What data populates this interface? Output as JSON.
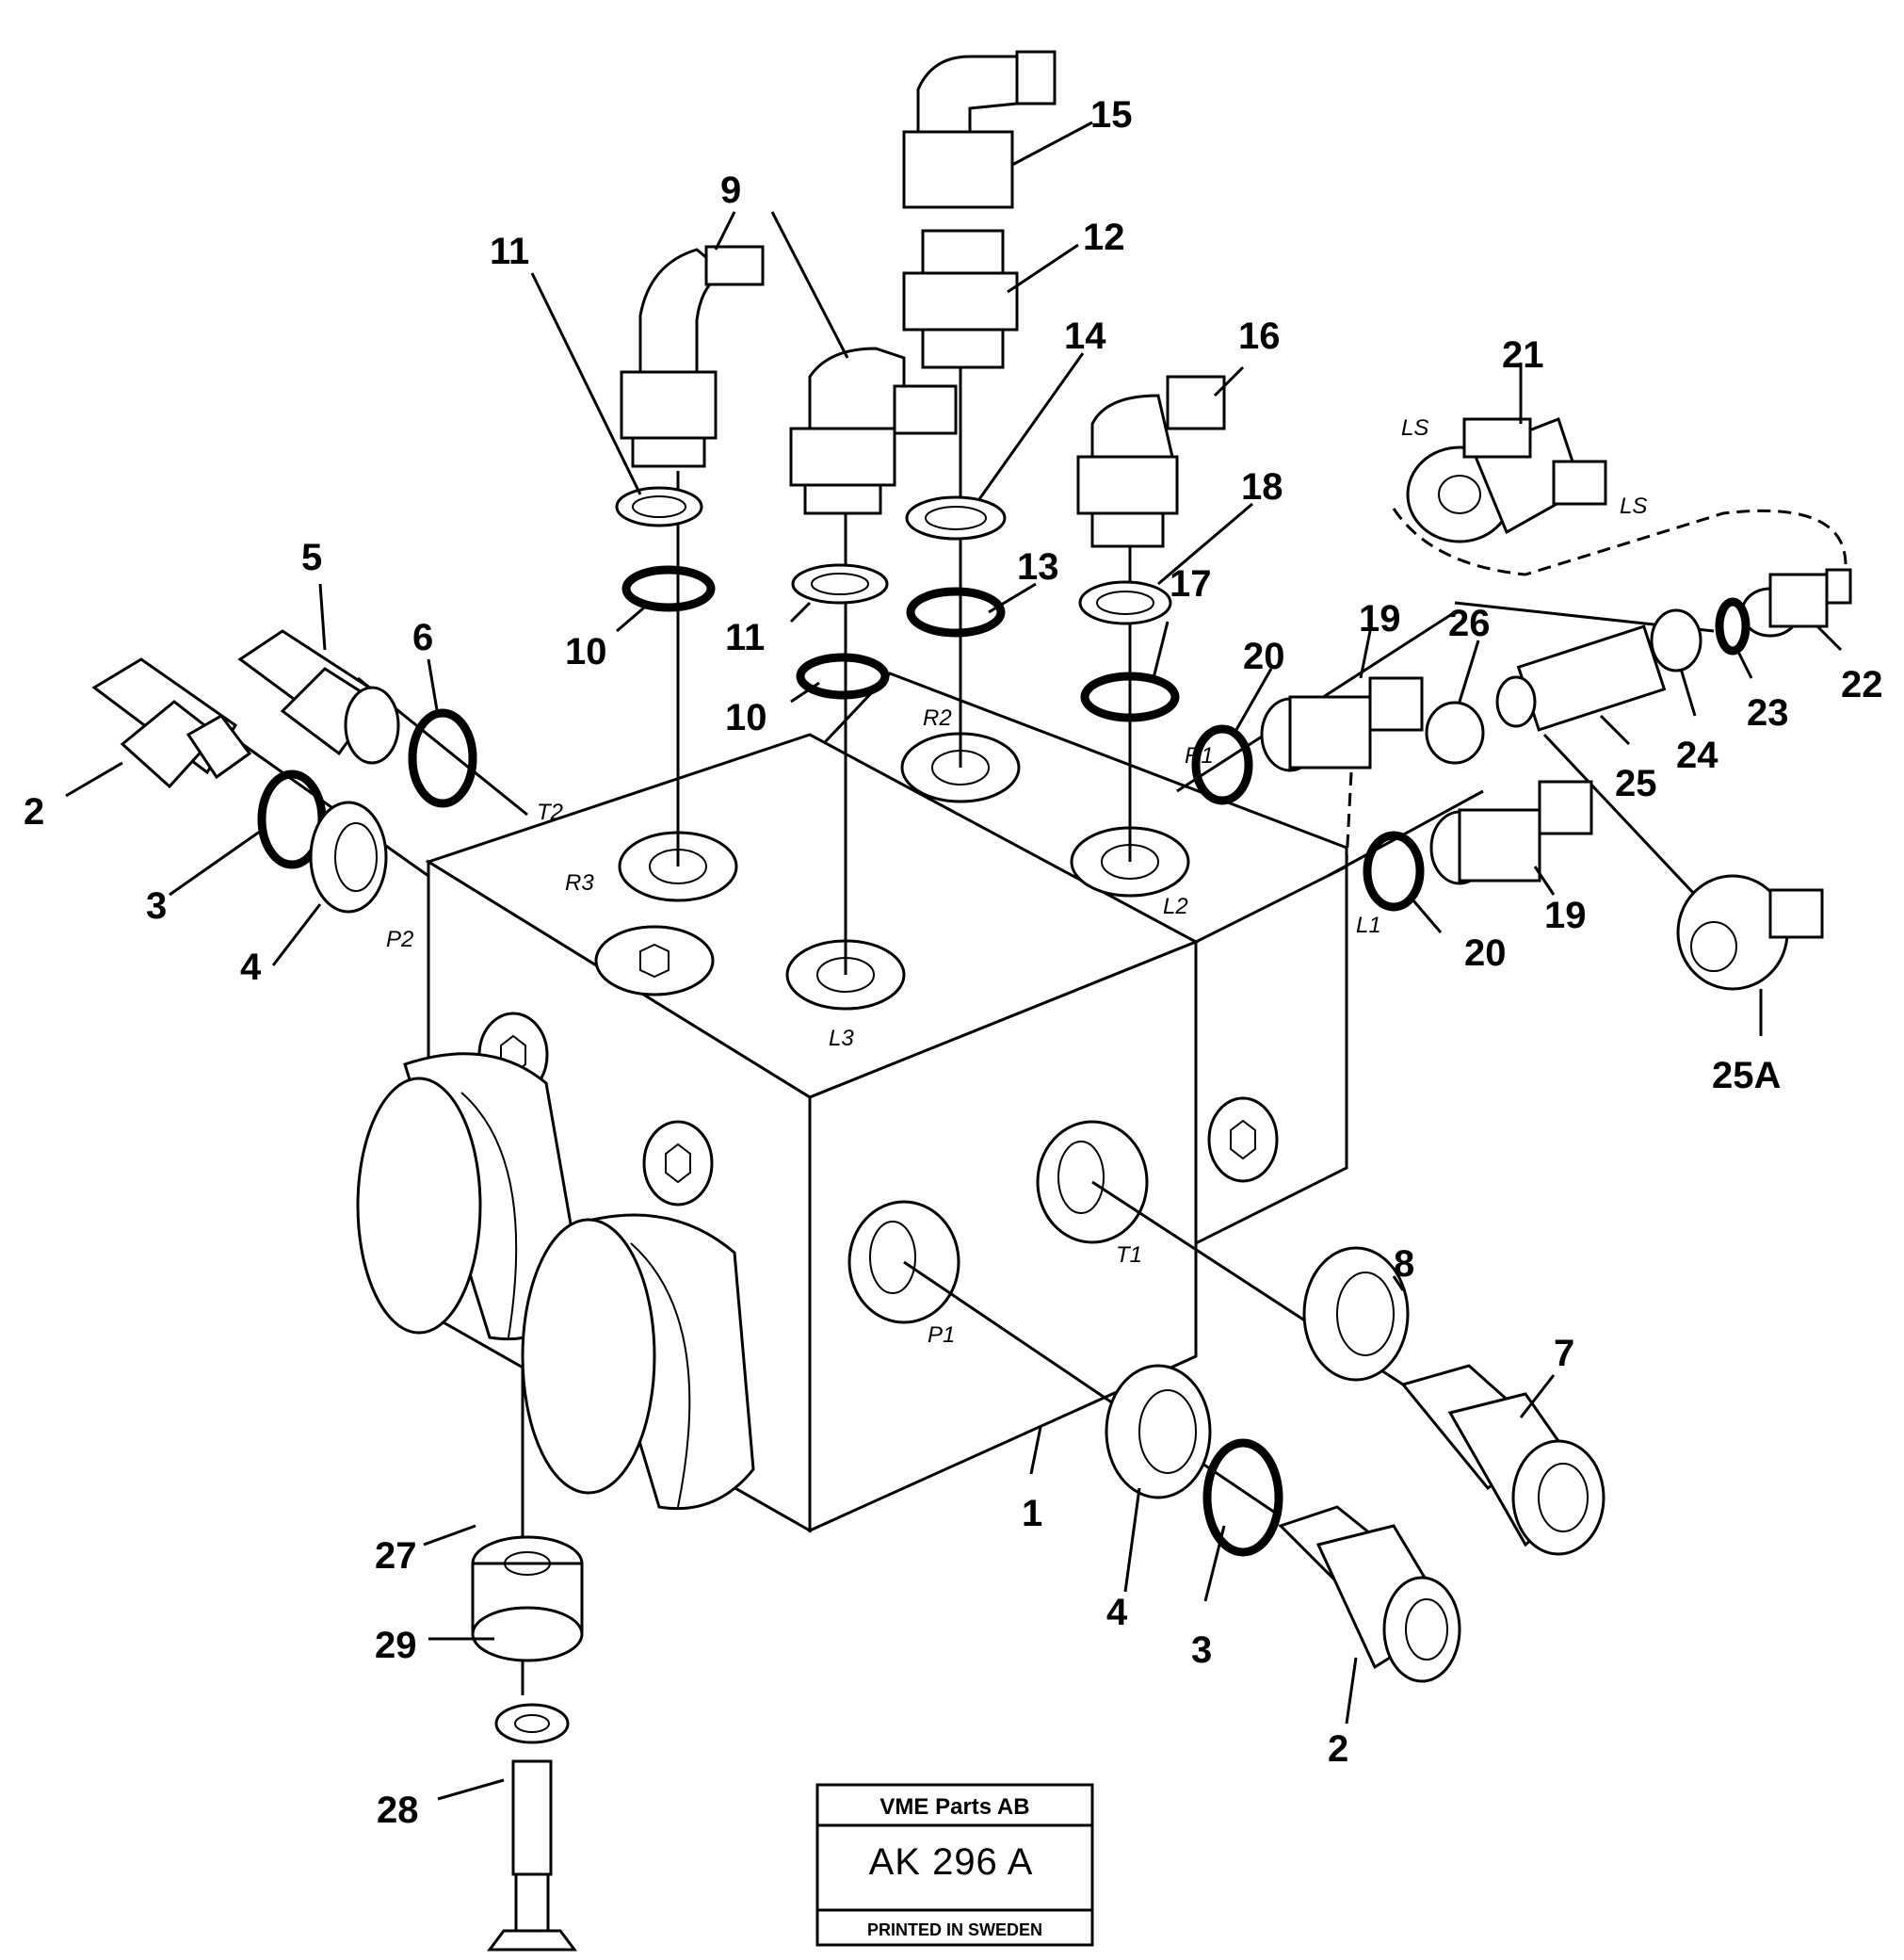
{
  "callouts": [
    {
      "id": "c1",
      "text": "1"
    },
    {
      "id": "c2a",
      "text": "2"
    },
    {
      "id": "c2b",
      "text": "2"
    },
    {
      "id": "c3a",
      "text": "3"
    },
    {
      "id": "c3b",
      "text": "3"
    },
    {
      "id": "c4a",
      "text": "4"
    },
    {
      "id": "c4b",
      "text": "4"
    },
    {
      "id": "c5",
      "text": "5"
    },
    {
      "id": "c6",
      "text": "6"
    },
    {
      "id": "c7",
      "text": "7"
    },
    {
      "id": "c8",
      "text": "8"
    },
    {
      "id": "c9",
      "text": "9"
    },
    {
      "id": "c10a",
      "text": "10"
    },
    {
      "id": "c10b",
      "text": "10"
    },
    {
      "id": "c11a",
      "text": "11"
    },
    {
      "id": "c11b",
      "text": "11"
    },
    {
      "id": "c12",
      "text": "12"
    },
    {
      "id": "c13",
      "text": "13"
    },
    {
      "id": "c14",
      "text": "14"
    },
    {
      "id": "c15",
      "text": "15"
    },
    {
      "id": "c16",
      "text": "16"
    },
    {
      "id": "c17",
      "text": "17"
    },
    {
      "id": "c18",
      "text": "18"
    },
    {
      "id": "c19a",
      "text": "19"
    },
    {
      "id": "c19b",
      "text": "19"
    },
    {
      "id": "c20a",
      "text": "20"
    },
    {
      "id": "c20b",
      "text": "20"
    },
    {
      "id": "c21",
      "text": "21"
    },
    {
      "id": "c22",
      "text": "22"
    },
    {
      "id": "c23",
      "text": "23"
    },
    {
      "id": "c24",
      "text": "24"
    },
    {
      "id": "c25",
      "text": "25"
    },
    {
      "id": "c25A",
      "text": "25A"
    },
    {
      "id": "c26",
      "text": "26"
    },
    {
      "id": "c27",
      "text": "27"
    },
    {
      "id": "c28",
      "text": "28"
    },
    {
      "id": "c29",
      "text": "29"
    }
  ],
  "ports": {
    "T2": "T2",
    "P2": "P2",
    "R3": "R3",
    "L3": "L3",
    "R2": "R2",
    "R1": "R1",
    "L2": "L2",
    "L1": "L1",
    "P1": "P1",
    "T1": "T1",
    "LS1": "LS",
    "LS2": "LS"
  },
  "stamp": {
    "company": "VME Parts AB",
    "code": "AK 296  A",
    "footer": "PRINTED IN SWEDEN"
  }
}
